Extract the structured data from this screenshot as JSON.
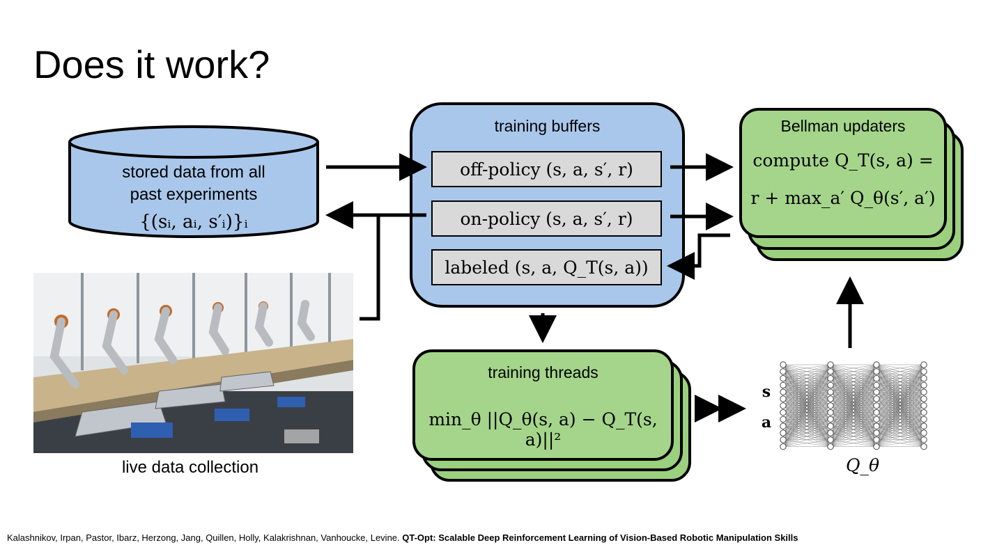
{
  "title": "Does it work?",
  "storage": {
    "line1": "stored data from all",
    "line2": "past experiments",
    "math": "{(sᵢ, aᵢ, s′ᵢ)}ᵢ"
  },
  "photo_caption": "live data collection",
  "buffers": {
    "title": "training buffers",
    "off_policy": "off-policy (s, a, s′, r)",
    "on_policy": "on-policy (s, a, s′, r)",
    "labeled": "labeled (s, a, Q_T(s, a))"
  },
  "bellman": {
    "title": "Bellman updaters",
    "line1": "compute Q_T(s, a) =",
    "line2": "r + max_a′ Q_θ(s′, a′)"
  },
  "threads": {
    "title": "training threads",
    "formula": "min_θ ||Q_θ(s, a) − Q_T(s, a)||²"
  },
  "network": {
    "input_s": "s",
    "input_a": "a",
    "label": "Q_θ"
  },
  "footer": {
    "authors": "Kalashnikov, Irpan, Pastor, Ibarz, Herzong, Jang, Quillen, Holly, Kalakrishnan, Vanhoucke, Levine.",
    "paper": "QT-Opt: Scalable Deep Reinforcement Learning of Vision-Based Robotic Manipulation Skills"
  },
  "colors": {
    "storage_fill": "#a9c7ea",
    "buffer_fill": "#a9c7ea",
    "entry_fill": "#d9d9d9",
    "green_fill": "#a5d58b"
  }
}
